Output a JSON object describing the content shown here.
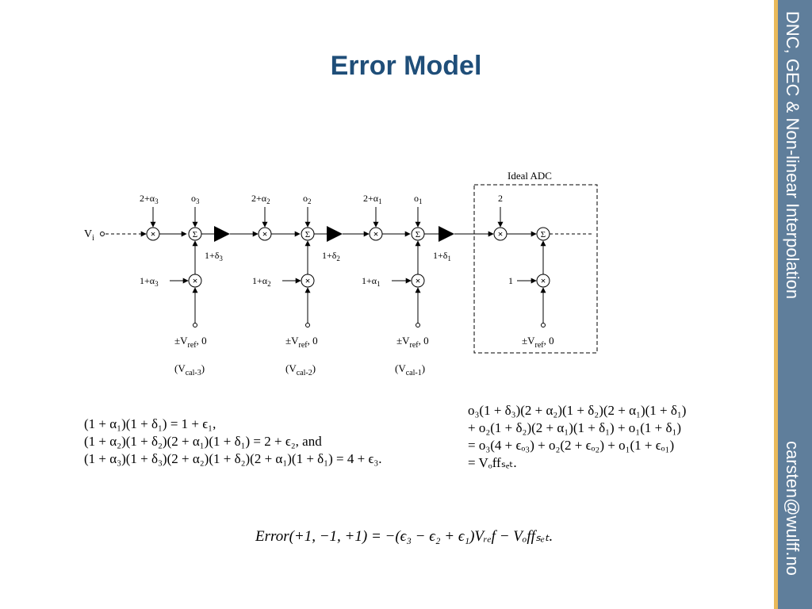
{
  "slide": {
    "title": "Error Model",
    "sidebar_top": "DNC, GEC & Non-linear Interpolation",
    "sidebar_bottom": "carsten@wulff.no"
  },
  "diagram": {
    "input_label": "V",
    "input_sub": "i",
    "ideal_adc_label": "Ideal ADC",
    "ideal_gain": "2",
    "ideal_cal_gain": "1",
    "ideal_ref_label": "±V",
    "ideal_ref_sub": "ref",
    "ideal_ref_suffix": ", 0",
    "stages": [
      {
        "gain": "2+α",
        "gain_sub": "3",
        "offset": "o",
        "offset_sub": "3",
        "amp": "1+δ",
        "amp_sub": "3",
        "cal_gain": "1+α",
        "cal_gain_sub": "3",
        "ref": "±V",
        "ref_sub": "ref",
        "ref_suffix": ", 0",
        "cal_open": "(V",
        "cal_sub": "cal-3",
        "cal_close": ")"
      },
      {
        "gain": "2+α",
        "gain_sub": "2",
        "offset": "o",
        "offset_sub": "2",
        "amp": "1+δ",
        "amp_sub": "2",
        "cal_gain": "1+α",
        "cal_gain_sub": "2",
        "ref": "±V",
        "ref_sub": "ref",
        "ref_suffix": ", 0",
        "cal_open": "(V",
        "cal_sub": "cal-2",
        "cal_close": ")"
      },
      {
        "gain": "2+α",
        "gain_sub": "1",
        "offset": "o",
        "offset_sub": "1",
        "amp": "1+δ",
        "amp_sub": "1",
        "cal_gain": "1+α",
        "cal_gain_sub": "1",
        "ref": "±V",
        "ref_sub": "ref",
        "ref_suffix": ", 0",
        "cal_open": "(V",
        "cal_sub": "cal-1",
        "cal_close": ")"
      }
    ]
  },
  "equations": {
    "left": [
      "(1 + α₁)(1 + δ₁) = 1 + ϵ₁,",
      "(1 + α₂)(1 + δ₂)(2 + α₁)(1 + δ₁) = 2 + ϵ₂,   and",
      "(1 + α₃)(1 + δ₃)(2 + α₂)(1 + δ₂)(2 + α₁)(1 + δ₁) = 4 + ϵ₃."
    ],
    "right": [
      "o₃(1 + δ₃)(2 + α₂)(1 + δ₂)(2 + α₁)(1 + δ₁)",
      "+ o₂(1 + δ₂)(2 + α₁)(1 + δ₁) + o₁(1 + δ₁)",
      "   = o₃(4 + ϵₒ₃) + o₂(2 + ϵₒ₂) + o₁(1 + ϵₒ₁)",
      "   = Vₒffₛₑₜ."
    ],
    "error": "Error(+1, −1, +1) = −(ϵ₃ − ϵ₂ + ϵ₁)Vᵣₑf − Vₒffₛₑₜ."
  }
}
